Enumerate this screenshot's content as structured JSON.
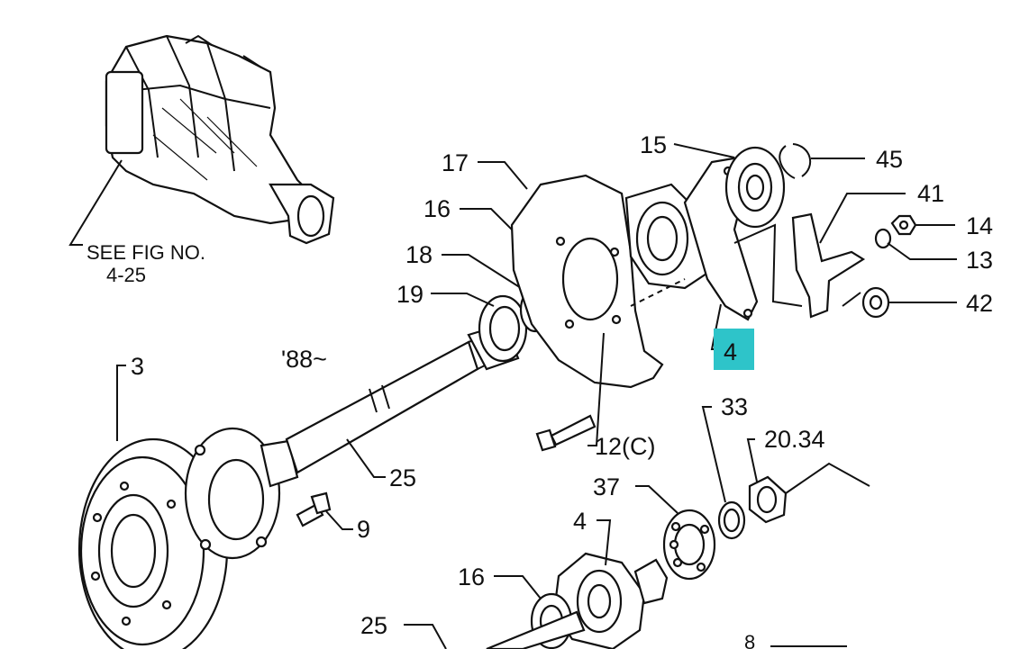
{
  "diagram": {
    "ref_note_line1": "SEE FIG NO.",
    "ref_note_line2": "4-25",
    "year_note": "'88~",
    "highlight_color": "#2ec4c9",
    "callouts": {
      "c3": "3",
      "c4_highlight": "4",
      "c4_lower": "4",
      "c9": "9",
      "c12": "12(C)",
      "c13": "13",
      "c14": "14",
      "c15": "15",
      "c16_upper": "16",
      "c16_lower": "16",
      "c17": "17",
      "c18": "18",
      "c19": "19",
      "c20_34": "20.34",
      "c25_upper": "25",
      "c25_lower": "25",
      "c33": "33",
      "c37": "37",
      "c41": "41",
      "c42": "42",
      "c45": "45",
      "c8": "8"
    }
  }
}
